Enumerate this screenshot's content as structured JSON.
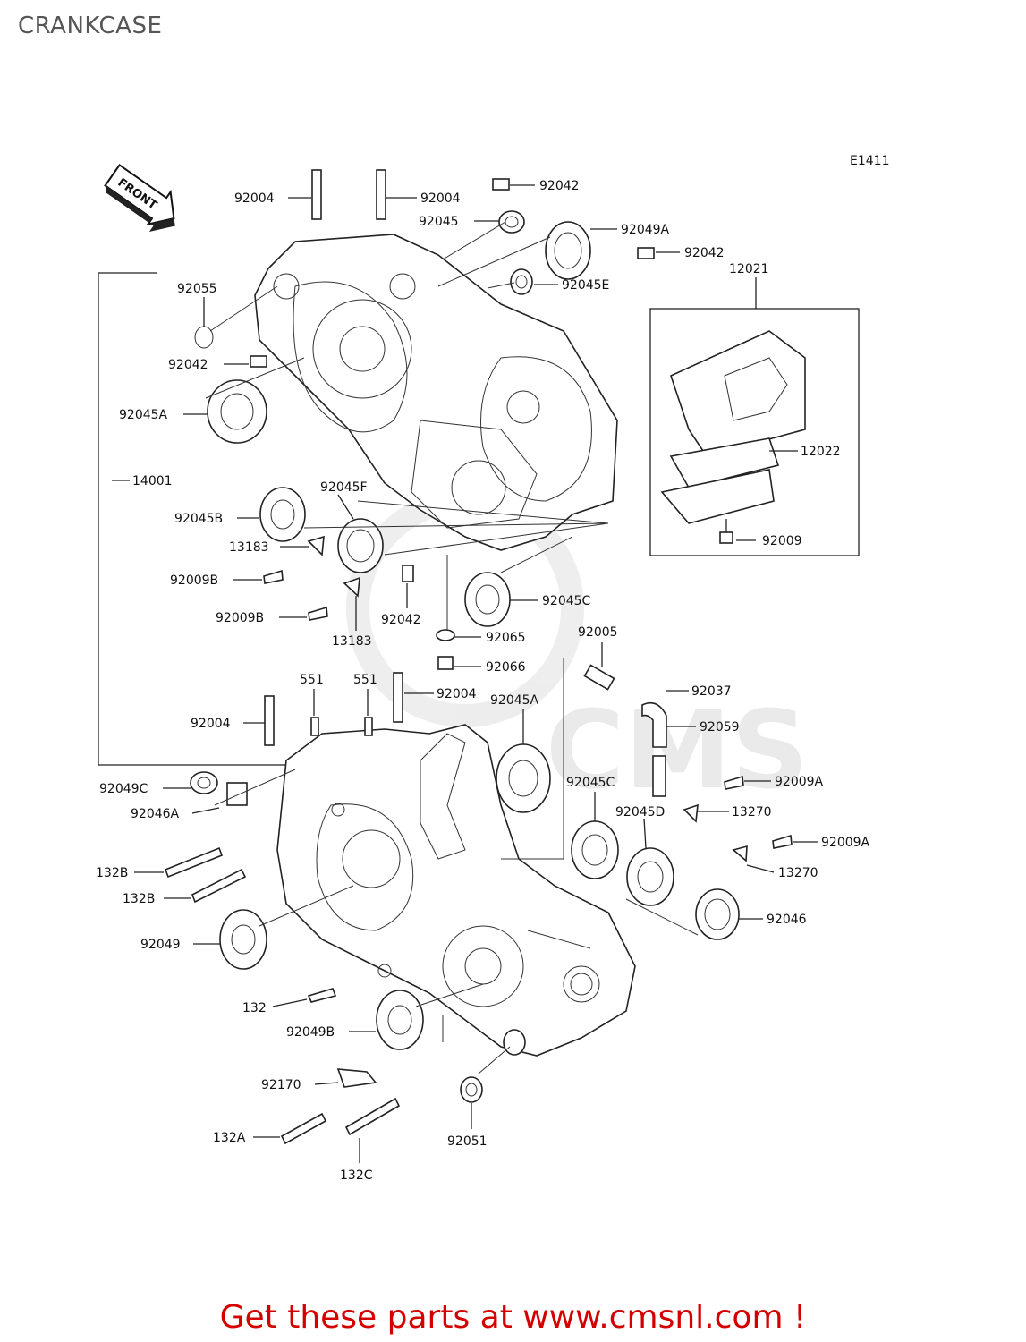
{
  "page": {
    "title": "CRANKCASE"
  },
  "footer": {
    "text": "Get these parts at www.cmsnl.com !"
  },
  "diagram": {
    "code": "E1411",
    "front_label": "FRONT",
    "watermark": "CMS",
    "parts": [
      {
        "id": "p1",
        "label": "92004"
      },
      {
        "id": "p2",
        "label": "92004"
      },
      {
        "id": "p3",
        "label": "92042"
      },
      {
        "id": "p4",
        "label": "92045"
      },
      {
        "id": "p5",
        "label": "92049A"
      },
      {
        "id": "p6",
        "label": "92042"
      },
      {
        "id": "p7",
        "label": "12021"
      },
      {
        "id": "p8",
        "label": "92055"
      },
      {
        "id": "p9",
        "label": "92045E"
      },
      {
        "id": "p10",
        "label": "92042"
      },
      {
        "id": "p11",
        "label": "92045A"
      },
      {
        "id": "p12",
        "label": "14001"
      },
      {
        "id": "p13",
        "label": "12022"
      },
      {
        "id": "p14",
        "label": "92045F"
      },
      {
        "id": "p15",
        "label": "92045B"
      },
      {
        "id": "p16",
        "label": "13183"
      },
      {
        "id": "p17",
        "label": "92009"
      },
      {
        "id": "p18",
        "label": "92009B"
      },
      {
        "id": "p19",
        "label": "92045C"
      },
      {
        "id": "p20",
        "label": "92009B"
      },
      {
        "id": "p21",
        "label": "92042"
      },
      {
        "id": "p22",
        "label": "13183"
      },
      {
        "id": "p23",
        "label": "92065"
      },
      {
        "id": "p24",
        "label": "92005"
      },
      {
        "id": "p25",
        "label": "92066"
      },
      {
        "id": "p26",
        "label": "551"
      },
      {
        "id": "p27",
        "label": "551"
      },
      {
        "id": "p28",
        "label": "92004"
      },
      {
        "id": "p29",
        "label": "92045A"
      },
      {
        "id": "p30",
        "label": "92037"
      },
      {
        "id": "p31",
        "label": "92004"
      },
      {
        "id": "p32",
        "label": "92059"
      },
      {
        "id": "p33",
        "label": "92049C"
      },
      {
        "id": "p34",
        "label": "92045C"
      },
      {
        "id": "p35",
        "label": "92009A"
      },
      {
        "id": "p36",
        "label": "92046A"
      },
      {
        "id": "p37",
        "label": "92045D"
      },
      {
        "id": "p38",
        "label": "13270"
      },
      {
        "id": "p39",
        "label": "132B"
      },
      {
        "id": "p40",
        "label": "92009A"
      },
      {
        "id": "p41",
        "label": "132B"
      },
      {
        "id": "p42",
        "label": "13270"
      },
      {
        "id": "p43",
        "label": "92049"
      },
      {
        "id": "p44",
        "label": "92046"
      },
      {
        "id": "p45",
        "label": "132"
      },
      {
        "id": "p46",
        "label": "92049B"
      },
      {
        "id": "p47",
        "label": "92170"
      },
      {
        "id": "p48",
        "label": "132A"
      },
      {
        "id": "p49",
        "label": "92051"
      },
      {
        "id": "p50",
        "label": "132C"
      }
    ]
  }
}
